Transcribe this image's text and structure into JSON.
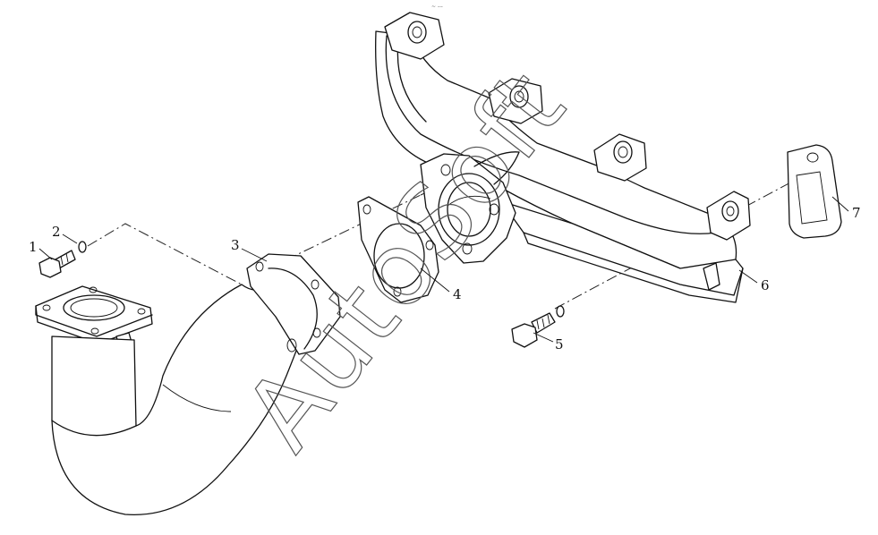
{
  "figure_mark": "~ ––",
  "watermark": "AutoSoft",
  "callouts": [
    {
      "id": "1",
      "label": "1"
    },
    {
      "id": "2",
      "label": "2"
    },
    {
      "id": "3",
      "label": "3"
    },
    {
      "id": "4",
      "label": "4"
    },
    {
      "id": "5",
      "label": "5"
    },
    {
      "id": "6",
      "label": "6"
    },
    {
      "id": "7",
      "label": "7"
    }
  ],
  "colors": {
    "line": "#111111",
    "background": "#ffffff",
    "watermark": "#555555"
  }
}
